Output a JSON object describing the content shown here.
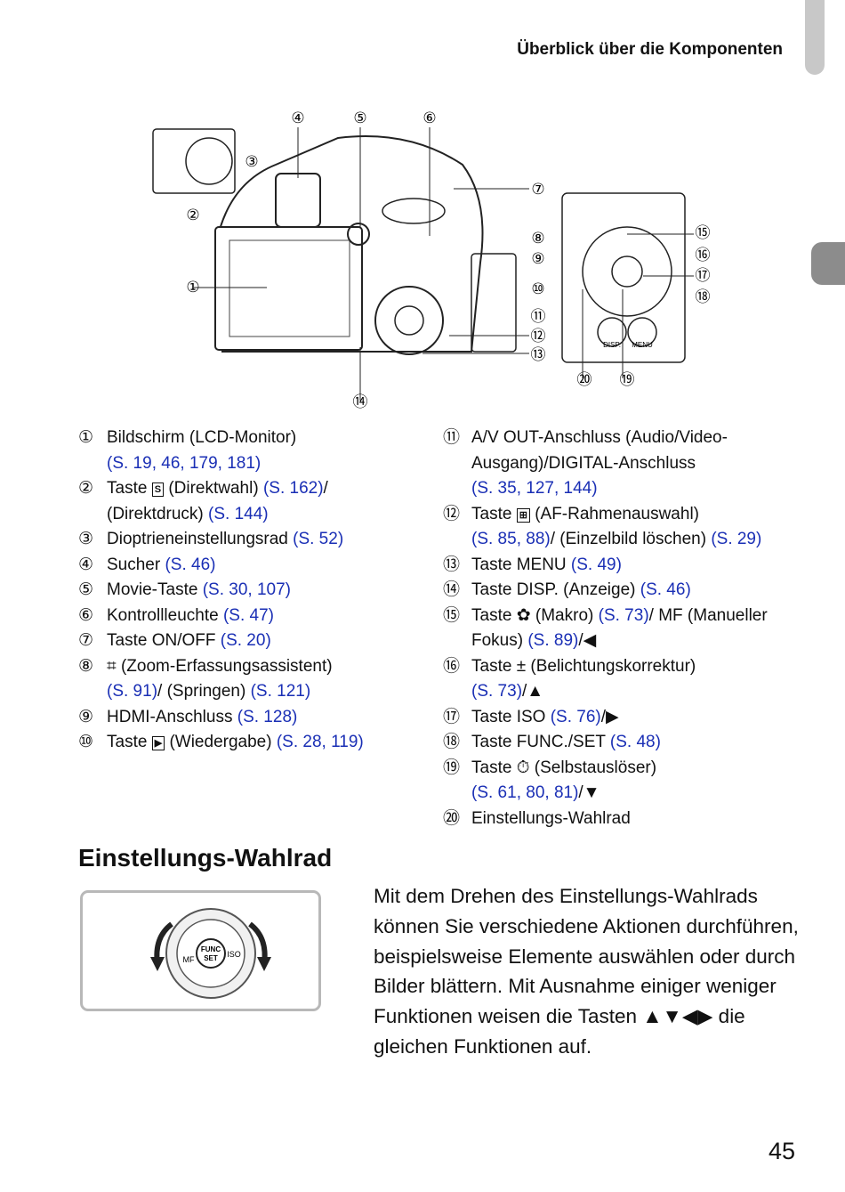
{
  "header": {
    "title": "Überblick über die Komponenten"
  },
  "figure": {
    "callouts": [
      "①",
      "②",
      "③",
      "④",
      "⑤",
      "⑥",
      "⑦",
      "⑧",
      "⑨",
      "⑩",
      "⑪",
      "⑫",
      "⑬",
      "⑭",
      "⑮",
      "⑯",
      "⑰",
      "⑱",
      "⑲",
      "⑳"
    ],
    "button_labels": {
      "disp": "DISP.",
      "menu": "MENU",
      "func": "FUNC",
      "set": "SET",
      "iso": "ISO",
      "mf": "MF"
    }
  },
  "legend_left": [
    {
      "num": "①",
      "pre": "Bildschirm (LCD-Monitor)",
      "refs": "(S. 19, 46, 179, 181)",
      "post": "",
      "refs2": ""
    },
    {
      "num": "②",
      "pre": "Taste",
      "icon": "S",
      "mid": " (Direktwahl) ",
      "refs": "(S. 162)",
      "post": "/ (Direktdruck) ",
      "refs2": "(S. 144)"
    },
    {
      "num": "③",
      "pre": "Dioptrieneinstellungsrad ",
      "refs": "(S. 52)",
      "post": "",
      "refs2": ""
    },
    {
      "num": "④",
      "pre": "Sucher ",
      "refs": "(S. 46)",
      "post": "",
      "refs2": ""
    },
    {
      "num": "⑤",
      "pre": "Movie-Taste ",
      "refs": "(S. 30, 107)",
      "post": "",
      "refs2": ""
    },
    {
      "num": "⑥",
      "pre": "Kontrollleuchte ",
      "refs": "(S. 47)",
      "post": "",
      "refs2": ""
    },
    {
      "num": "⑦",
      "pre": "Taste ON/OFF  ",
      "refs": "(S. 20)",
      "post": "",
      "refs2": ""
    },
    {
      "num": "⑧",
      "pre": " (Zoom-Erfassungsassistent)",
      "refs": "(S. 91)",
      "post": "/ (Springen) ",
      "refs2": "(S. 121)"
    },
    {
      "num": "⑨",
      "pre": "HDMI-Anschluss ",
      "refs": "(S. 128)",
      "post": "",
      "refs2": ""
    },
    {
      "num": "⑩",
      "pre": "Taste",
      "icon": "▶",
      "mid": " (Wiedergabe) ",
      "refs": "(S. 28, 119)",
      "post": "",
      "refs2": ""
    }
  ],
  "legend_right": [
    {
      "num": "⑪",
      "pre": "A/V OUT-Anschluss (Audio/Video-Ausgang)/DIGITAL-Anschluss",
      "refs": "(S. 35, 127, 144)",
      "post": "",
      "refs2": ""
    },
    {
      "num": "⑫",
      "pre": "Taste",
      "icon": "⊞",
      "mid": " (AF-Rahmenauswahl)",
      "refs": "(S. 85, 88)",
      "post": "/ (Einzelbild löschen) ",
      "refs2": "(S. 29)"
    },
    {
      "num": "⑬",
      "pre": "Taste MENU ",
      "refs": "(S. 49)",
      "post": "",
      "refs2": ""
    },
    {
      "num": "⑭",
      "pre": "Taste DISP. (Anzeige) ",
      "refs": "(S. 46)",
      "post": "",
      "refs2": ""
    },
    {
      "num": "⑮",
      "pre": "Taste ✿ (Makro) ",
      "refs": "(S. 73)",
      "post": "/ MF (Manueller Fokus) ",
      "refs2": "(S. 89)",
      "tail": "/◀"
    },
    {
      "num": "⑯",
      "pre": "Taste ± (Belichtungskorrektur)",
      "refs": "(S. 73)",
      "post": "/▲",
      "refs2": ""
    },
    {
      "num": "⑰",
      "pre": "Taste ISO ",
      "refs": "(S. 76)",
      "post": "/▶",
      "refs2": ""
    },
    {
      "num": "⑱",
      "pre": "Taste FUNC./SET ",
      "refs": "(S. 48)",
      "post": "",
      "refs2": ""
    },
    {
      "num": "⑲",
      "pre": "Taste ⏱ (Selbstauslöser)",
      "refs": "(S. 61, 80, 81)",
      "post": "/▼",
      "refs2": ""
    },
    {
      "num": "⑳",
      "pre": "Einstellungs-Wahlrad",
      "refs": "",
      "post": "",
      "refs2": ""
    }
  ],
  "section": {
    "title": "Einstellungs-Wahlrad",
    "paragraph": "Mit dem Drehen des Einstellungs-Wahlrads können Sie verschiedene Aktionen durchführen, beispielsweise Elemente auswählen oder durch Bilder blättern. Mit Ausnahme einiger weniger Funktionen weisen die Tasten ▲▼◀▶ die gleichen Funktionen auf."
  },
  "page_number": "45"
}
